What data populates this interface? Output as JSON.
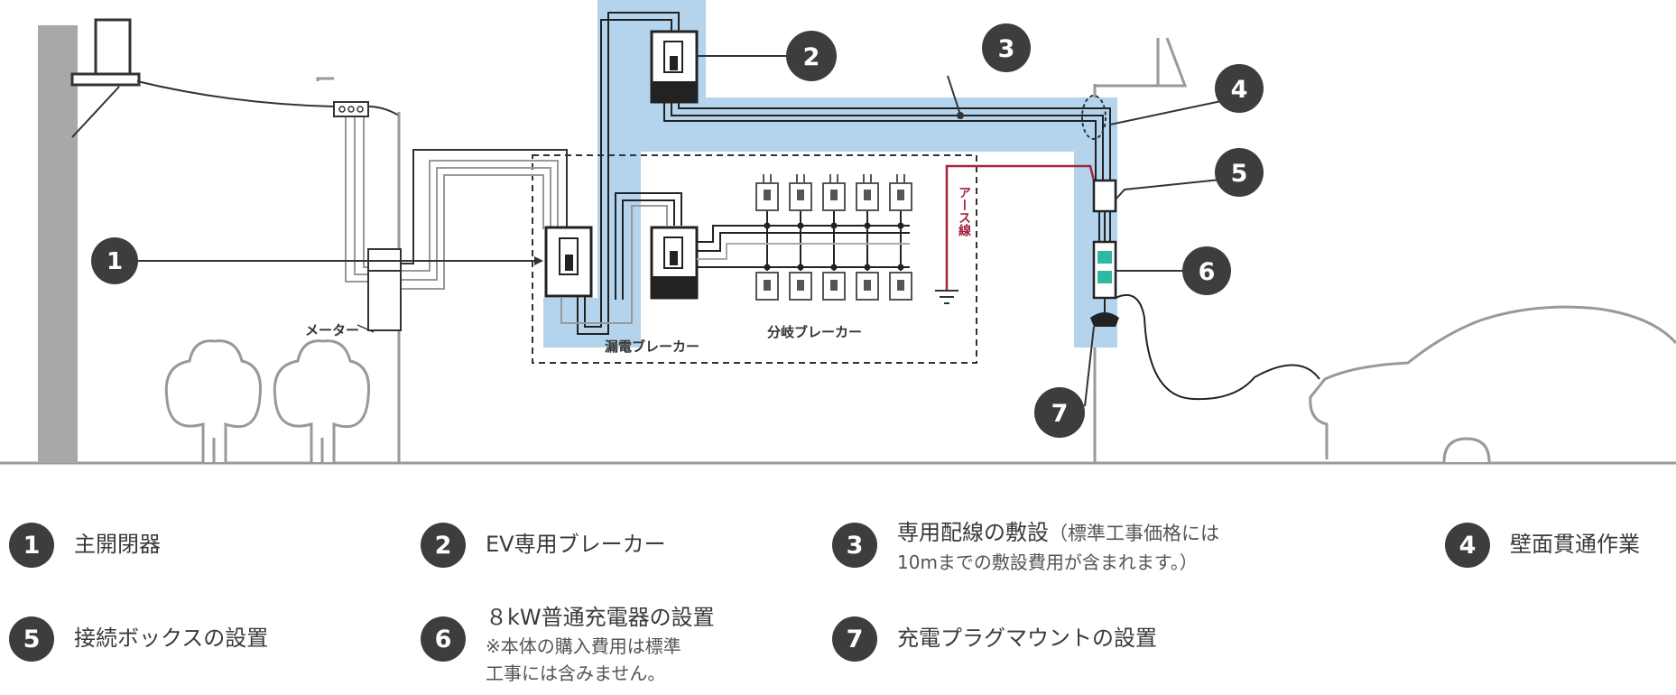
{
  "labels": {
    "meter": "メーター",
    "earth": "アース線",
    "leakage_breaker": "漏電ブレーカー",
    "branch_breaker": "分岐ブレーカー"
  },
  "callouts": [
    "1",
    "2",
    "3",
    "4",
    "5",
    "6",
    "7"
  ],
  "legend": [
    {
      "num": "1",
      "text": "主開閉器"
    },
    {
      "num": "2",
      "text": "EV専用ブレーカー"
    },
    {
      "num": "3",
      "text": "専用配線の敷設",
      "sub": "（標準工事価格には",
      "note": "10mまでの敷設費用が含まれます。）"
    },
    {
      "num": "4",
      "text": "壁面貫通作業"
    },
    {
      "num": "5",
      "text": "接続ボックスの設置"
    },
    {
      "num": "6",
      "text": "８kW普通充電器の設置",
      "note": "※本体の購入費用は標準",
      "note2": "工事には含みません。"
    },
    {
      "num": "7",
      "text": "充電プラグマウントの設置"
    }
  ],
  "colors": {
    "highlight": "#b3d4ec",
    "badge": "#3d3d3d",
    "earth_wire": "#a3243d",
    "charger_accent": "#2fb8a2"
  }
}
